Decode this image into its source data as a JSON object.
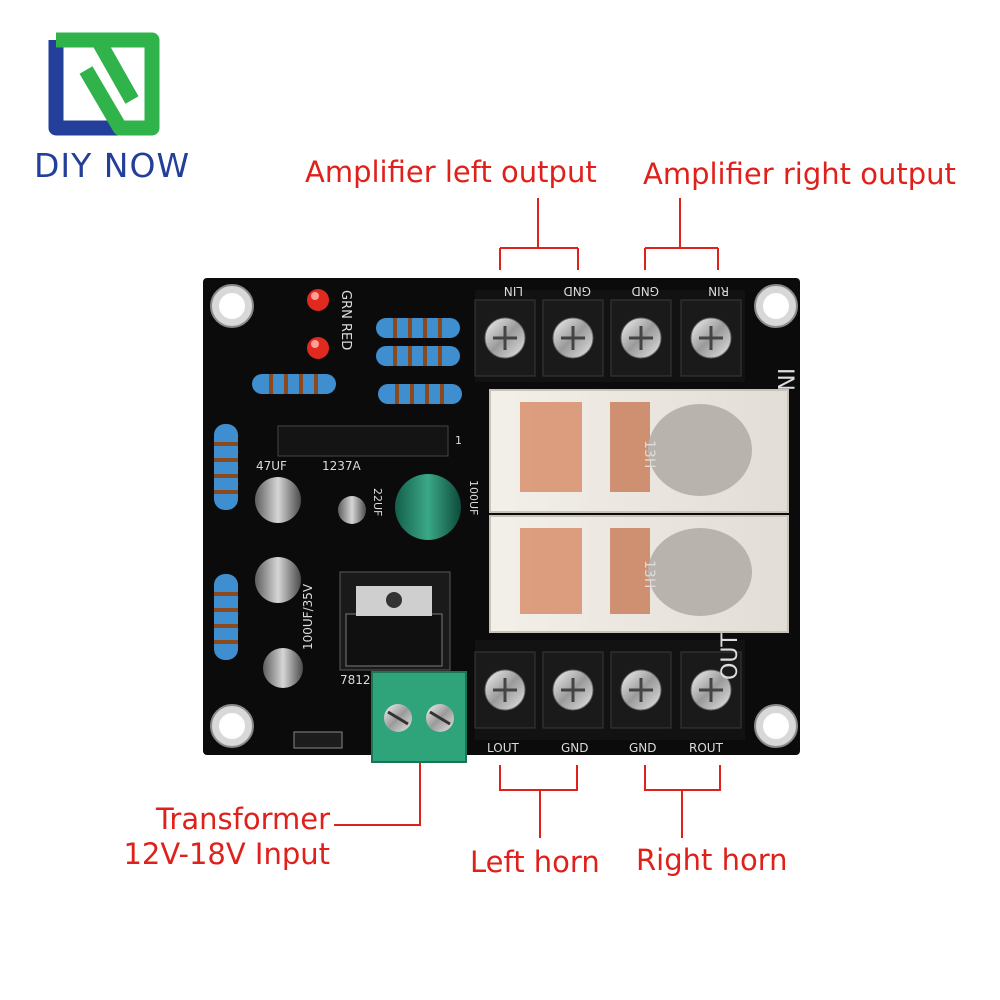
{
  "brand": {
    "name_part1": "DIY N",
    "name_part2": "OW",
    "colors": {
      "blue": "#233f9a",
      "green": "#2fb34a"
    }
  },
  "callouts": {
    "amp_left": "Amplifier left output",
    "amp_right": "Amplifier right output",
    "left_horn": "Left horn",
    "right_horn": "Right horn",
    "transformer_line1": "Transformer",
    "transformer_line2": "12V-18V Input"
  },
  "board": {
    "label_in": "IN",
    "label_out": "OUT",
    "top_terminals": [
      "LIN",
      "GND",
      "GND",
      "RIN"
    ],
    "bottom_terminals": [
      "LOUT",
      "GND",
      "GND",
      "ROUT"
    ],
    "led_label": "GRN RED",
    "ic_part": "1237A",
    "cap_47uf": "47UF",
    "cap_22uf": "22UF",
    "cap_100uf": "100UF",
    "cap_100uf_35v": "100UF/35V",
    "regulator": "7812",
    "relay_marking": "13H",
    "pin_one": "1"
  },
  "colors": {
    "callout_red": "#e0201b",
    "pcb_black": "#0b0b0b",
    "terminal_green": "#2fa37a"
  }
}
